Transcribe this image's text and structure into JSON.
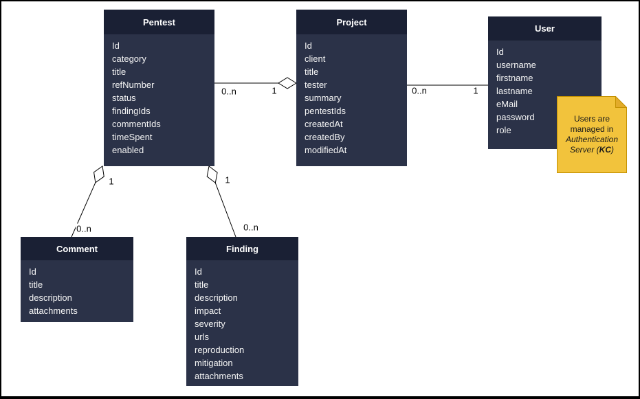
{
  "diagram_type": "uml-entity-diagram",
  "colors": {
    "canvas": "#ffffff",
    "frame_border": "#000000",
    "entity_header": "#1a2034",
    "entity_body": "#2b3248",
    "entity_text": "#f5f5f5",
    "connector_line": "#000000",
    "diamond_fill": "#ffffff",
    "note_fill": "#f2c33c",
    "note_fold": "#e2ab2a",
    "note_border": "#c49102",
    "note_text": "#1a1a1a"
  },
  "entities": [
    {
      "name": "Pentest",
      "fields": [
        "Id",
        "category",
        "title",
        "refNumber",
        "status",
        "findingIds",
        "commentIds",
        "timeSpent",
        "enabled"
      ]
    },
    {
      "name": "Project",
      "fields": [
        "Id",
        "client",
        "title",
        "tester",
        "summary",
        "pentestIds",
        "createdAt",
        "createdBy",
        "modifiedAt"
      ]
    },
    {
      "name": "User",
      "fields": [
        "Id",
        "username",
        "firstname",
        "lastname",
        "eMail",
        "password",
        "role"
      ]
    },
    {
      "name": "Comment",
      "fields": [
        "Id",
        "title",
        "description",
        "attachments"
      ]
    },
    {
      "name": "Finding",
      "fields": [
        "Id",
        "title",
        "description",
        "impact",
        "severity",
        "urls",
        "reproduction",
        "mitigation",
        "attachments"
      ]
    }
  ],
  "connectors": [
    {
      "from": "Pentest",
      "to": "Project",
      "from_label": "0..n",
      "to_label": "1",
      "diamond_at": "Project"
    },
    {
      "from": "Project",
      "to": "User",
      "from_label": "0..n",
      "to_label": "1",
      "diamond_at": "none"
    },
    {
      "from": "Pentest",
      "to": "Comment",
      "from_label": "1",
      "to_label": "0..n",
      "diamond_at": "Pentest"
    },
    {
      "from": "Pentest",
      "to": "Finding",
      "from_label": "1",
      "to_label": "0..n",
      "diamond_at": "Pentest"
    }
  ],
  "note": {
    "text_plain": "Users are managed in ",
    "text_italic": "Authentication Server",
    "paren_open": " (",
    "text_bold_italic": "KC",
    "paren_close": ")"
  }
}
